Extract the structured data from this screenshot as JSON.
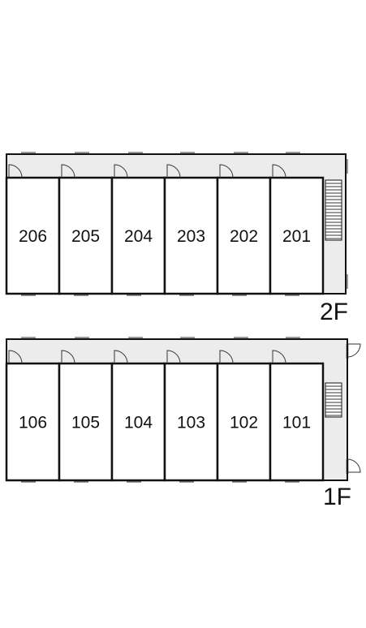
{
  "floors": [
    {
      "label": "2F",
      "units": [
        "206",
        "205",
        "204",
        "203",
        "202",
        "201"
      ]
    },
    {
      "label": "1F",
      "units": [
        "106",
        "105",
        "104",
        "103",
        "102",
        "101"
      ]
    }
  ]
}
